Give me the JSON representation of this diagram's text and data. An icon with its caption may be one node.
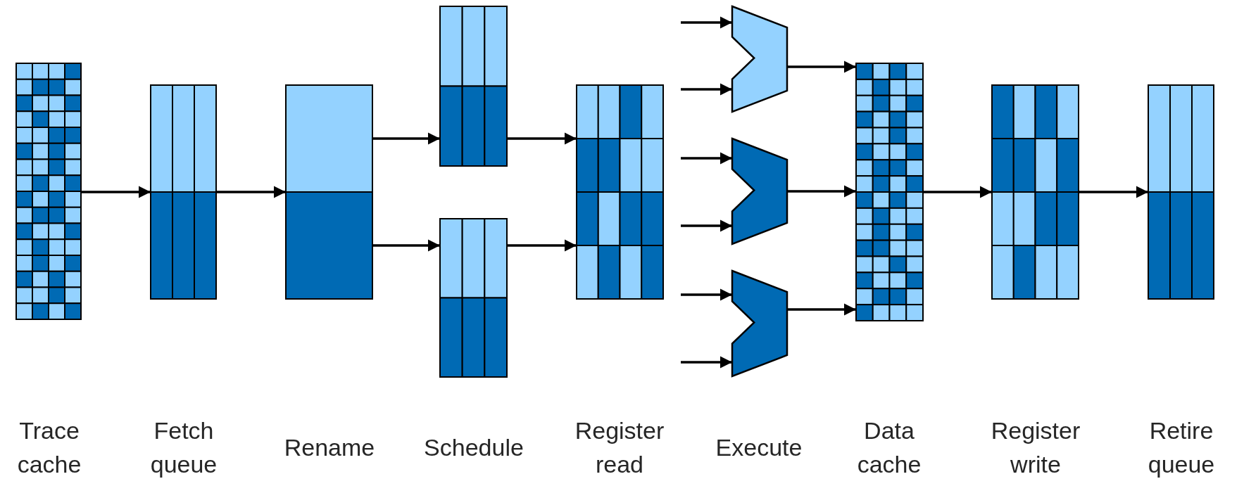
{
  "diagram": {
    "nodes": [
      {
        "text": [],
        "shape": "box"
      },
      {
        "text": [],
        "shape": "box"
      },
      {
        "text": [],
        "shape": "box"
      },
      {
        "text": [],
        "shape": "box"
      },
      {
        "text": [],
        "shape": "box"
      },
      {
        "text": [],
        "shape": "box"
      },
      {
        "text": [],
        "shape": "trapezoid"
      },
      {
        "text": [],
        "shape": "trapezoid"
      },
      {
        "text": [],
        "shape": "trapezoid"
      },
      {
        "text": [],
        "shape": "box"
      },
      {
        "text": [],
        "shape": "box"
      },
      {
        "text": [],
        "shape": "box"
      }
    ],
    "edges": [
      {
        "from": 0,
        "to": 1,
        "arrow": "to"
      },
      {
        "from": 1,
        "to": 2,
        "arrow": "to"
      },
      {
        "from": 2,
        "to": 3,
        "arrow": "to"
      },
      {
        "from": 2,
        "to": 4,
        "arrow": "to"
      },
      {
        "from": 3,
        "to": 5,
        "arrow": "to"
      },
      {
        "from": 4,
        "to": 5,
        "arrow": "to"
      },
      {
        "from": null,
        "to": 6,
        "arrow": "to"
      },
      {
        "from": null,
        "to": 6,
        "arrow": "to"
      },
      {
        "from": null,
        "to": 7,
        "arrow": "to"
      },
      {
        "from": null,
        "to": 7,
        "arrow": "to"
      },
      {
        "from": null,
        "to": 8,
        "arrow": "to"
      },
      {
        "from": null,
        "to": 8,
        "arrow": "to"
      },
      {
        "from": 6,
        "to": 9,
        "arrow": "to"
      },
      {
        "from": 7,
        "to": 9,
        "arrow": "to"
      },
      {
        "from": 8,
        "to": 9,
        "arrow": "to"
      },
      {
        "from": 9,
        "to": 10,
        "arrow": "to"
      },
      {
        "from": 10,
        "to": 11,
        "arrow": "to"
      }
    ],
    "labels": [
      "Trace cache",
      "Fetch queue",
      "Rename",
      "Schedule",
      "Register read",
      "Execute",
      "Data cache",
      "Register write",
      "Retire queue"
    ]
  }
}
